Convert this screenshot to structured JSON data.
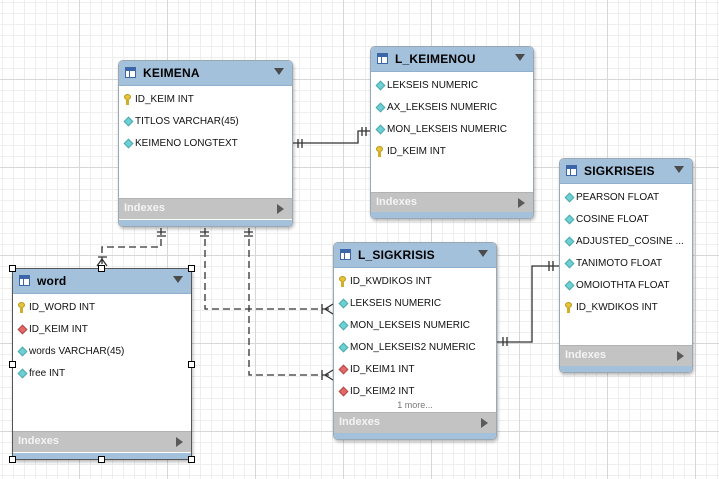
{
  "diagram": {
    "entities": [
      {
        "id": "keimena",
        "title": "KEIMENA",
        "columns": [
          {
            "name": "ID_KEIM INT",
            "icon": "primary-key-icon"
          },
          {
            "name": "TITLOS VARCHAR(45)",
            "icon": "column-icon"
          },
          {
            "name": "KEIMENO LONGTEXT",
            "icon": "column-icon"
          }
        ],
        "footer": "Indexes"
      },
      {
        "id": "l_keimenou",
        "title": "L_KEIMENOU",
        "columns": [
          {
            "name": "LEKSEIS NUMERIC",
            "icon": "column-icon"
          },
          {
            "name": "AX_LEKSEIS NUMERIC",
            "icon": "column-icon"
          },
          {
            "name": "MON_LEKSEIS NUMERIC",
            "icon": "column-icon"
          },
          {
            "name": "ID_KEIM INT",
            "icon": "primary-key-icon"
          }
        ],
        "footer": "Indexes"
      },
      {
        "id": "sigkriseis",
        "title": "SIGKRISEIS",
        "columns": [
          {
            "name": "PEARSON FLOAT",
            "icon": "column-icon"
          },
          {
            "name": "COSINE FLOAT",
            "icon": "column-icon"
          },
          {
            "name": "ADJUSTED_COSINE ...",
            "icon": "column-icon"
          },
          {
            "name": "TANIMOTO FLOAT",
            "icon": "column-icon"
          },
          {
            "name": "OMOIOTHTA FLOAT",
            "icon": "column-icon"
          },
          {
            "name": "ID_KWDIKOS INT",
            "icon": "primary-key-icon"
          }
        ],
        "footer": "Indexes"
      },
      {
        "id": "l_sigkrisis",
        "title": "L_SIGKRISIS",
        "columns": [
          {
            "name": "ID_KWDIKOS INT",
            "icon": "primary-key-icon"
          },
          {
            "name": "LEKSEIS NUMERIC",
            "icon": "column-icon"
          },
          {
            "name": "MON_LEKSEIS NUMERIC",
            "icon": "column-icon"
          },
          {
            "name": "MON_LEKSEIS2 NUMERIC",
            "icon": "column-icon"
          },
          {
            "name": "ID_KEIM1 INT",
            "icon": "foreign-key-icon"
          },
          {
            "name": "ID_KEIM2 INT",
            "icon": "foreign-key-icon"
          }
        ],
        "more": "1 more...",
        "footer": "Indexes"
      },
      {
        "id": "word",
        "title": "word",
        "columns": [
          {
            "name": "ID_WORD INT",
            "icon": "primary-key-icon"
          },
          {
            "name": "ID_KEIM INT",
            "icon": "foreign-key-icon"
          },
          {
            "name": "words VARCHAR(45)",
            "icon": "column-icon"
          },
          {
            "name": "free INT",
            "icon": "column-icon"
          }
        ],
        "footer": "Indexes"
      }
    ],
    "relationships": [
      {
        "from": "keimena",
        "to": "l_keimenou",
        "style": "solid",
        "cardinality": "one-to-one"
      },
      {
        "from": "keimena",
        "to": "word",
        "style": "dashed",
        "cardinality": "one-to-many"
      },
      {
        "from": "keimena",
        "to": "l_sigkrisis",
        "style": "dashed",
        "cardinality": "one-to-many"
      },
      {
        "from": "keimena",
        "to": "l_sigkrisis",
        "style": "dashed",
        "cardinality": "one-to-many"
      },
      {
        "from": "l_sigkrisis",
        "to": "sigkriseis",
        "style": "solid",
        "cardinality": "one-to-one"
      }
    ],
    "selected_entity": "word"
  }
}
